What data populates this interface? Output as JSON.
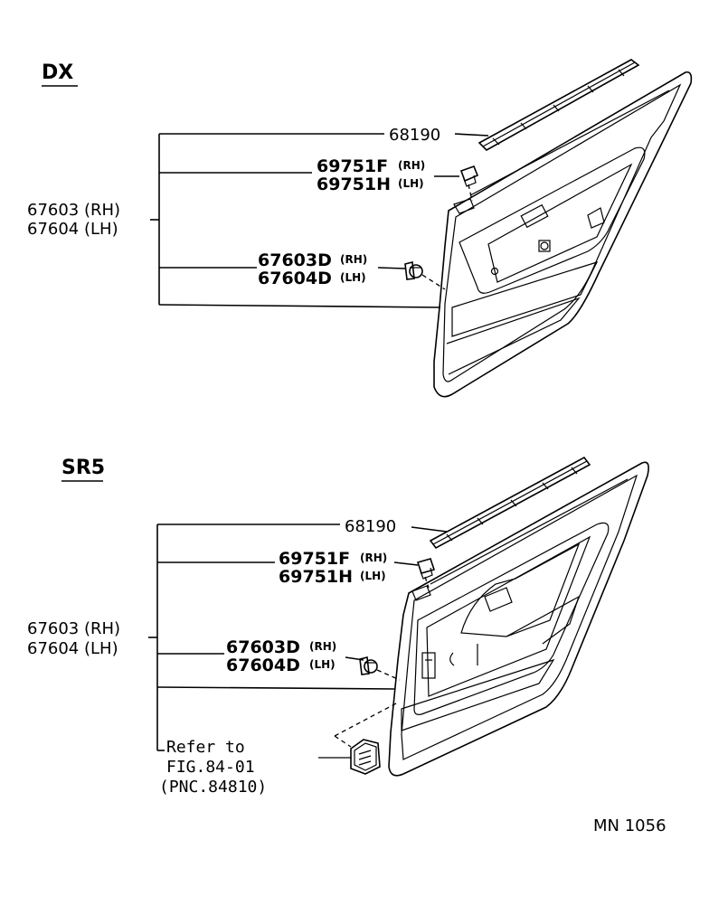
{
  "sections": {
    "dx": {
      "title": "DX",
      "assembly_rh": "67603 (RH)",
      "assembly_lh": "67604 (LH)",
      "molding": "68190",
      "clip_rh": "69751F",
      "clip_rh_side": "(RH)",
      "clip_lh": "69751H",
      "clip_lh_side": "(LH)",
      "fastener_rh": "67603D",
      "fastener_rh_side": "(RH)",
      "fastener_lh": "67604D",
      "fastener_lh_side": "(LH)"
    },
    "sr5": {
      "title": "SR5",
      "assembly_rh": "67603 (RH)",
      "assembly_lh": "67604 (LH)",
      "molding": "68190",
      "clip_rh": "69751F",
      "clip_rh_side": "(RH)",
      "clip_lh": "69751H",
      "clip_lh_side": "(LH)",
      "fastener_rh": "67603D",
      "fastener_rh_side": "(RH)",
      "fastener_lh": "67604D",
      "fastener_lh_side": "(LH)",
      "refer_line1": "Refer to",
      "refer_line2": "FIG.84-01",
      "refer_line3": "(PNC.84810)"
    }
  },
  "footer": {
    "code": "MN  1056"
  }
}
